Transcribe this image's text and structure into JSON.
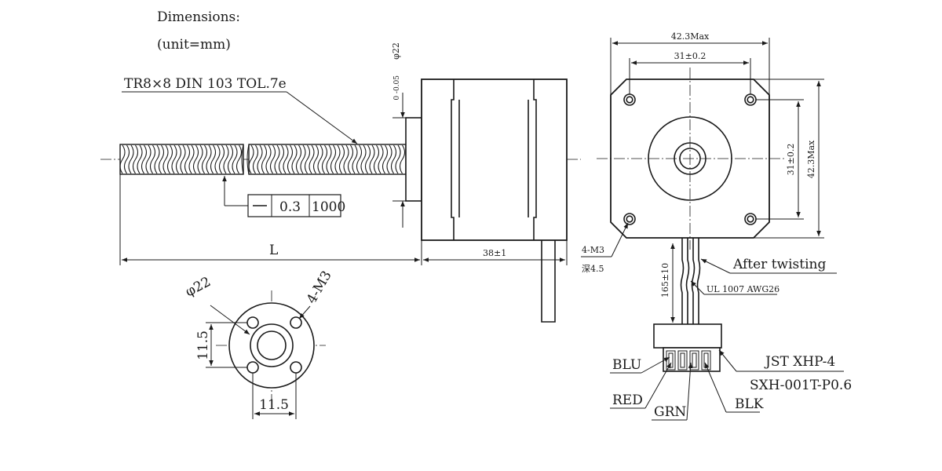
{
  "header": {
    "title": "Dimensions:",
    "unit": "(unit=mm)"
  },
  "side_view": {
    "thread_spec": "TR8×8 DIN 103 TOL.7e",
    "flange_diameter": "φ22",
    "flange_tolerance": "0 -0.05",
    "straightness_value": "0.3",
    "straightness_length": "1000",
    "length_label": "L",
    "motor_length": "38±1"
  },
  "front_view": {
    "overall_width": "42.3Max",
    "hole_spacing_x": "31±0.2",
    "hole_spacing_y": "31±0.2",
    "overall_height": "42.3Max",
    "mount_holes": "4-M3",
    "hole_depth": "深4.5",
    "lead_length": "165±10",
    "after_twisting": "After twisting",
    "wire_spec": "UL 1007 AWG26",
    "connector": "JST XHP-4",
    "terminal": "SXH-001T-P0.6",
    "wire_colors": {
      "blu": "BLU",
      "red": "RED",
      "grn": "GRN",
      "blk": "BLK"
    }
  },
  "nut_view": {
    "diameter": "φ22",
    "holes": "4-M3",
    "vertical_spacing": "11.5",
    "horizontal_spacing": "11.5"
  }
}
